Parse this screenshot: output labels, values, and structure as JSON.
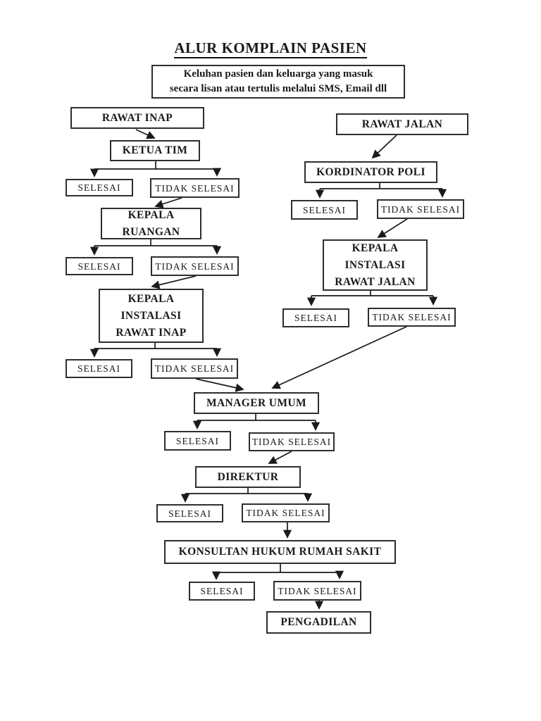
{
  "title": "ALUR KOMPLAIN PASIEN",
  "intake": "Keluhan pasien dan keluarga yang masuk\nsecara lisan atau tertulis melalui SMS, Email dll",
  "nodes": {
    "rawat_inap": "RAWAT INAP",
    "ketua_tim": "KETUA TIM",
    "kepala_ruangan": "KEPALA\nRUANGAN",
    "kepala_instalasi_rawat_inap": "KEPALA\nINSTALASI\nRAWAT INAP",
    "rawat_jalan": "RAWAT JALAN",
    "kordinator_poli": "KORDINATOR POLI",
    "kepala_instalasi_rawat_jalan": "KEPALA\nINSTALASI\nRAWAT JALAN",
    "manager_umum": "MANAGER UMUM",
    "direktur": "DIREKTUR",
    "konsultan_hukum": "KONSULTAN HUKUM RUMAH SAKIT",
    "pengadilan": "PENGADILAN"
  },
  "outcomes": {
    "done": "SELESAI",
    "not_done": "TIDAK SELESAI"
  },
  "edges": [
    {
      "from": "rawat_inap",
      "to": "ketua_tim"
    },
    {
      "from": "ketua_tim",
      "to": "selesai / tidak selesai"
    },
    {
      "from": "ketua_tim.tidak_selesai",
      "to": "kepala_ruangan"
    },
    {
      "from": "kepala_ruangan",
      "to": "selesai / tidak selesai"
    },
    {
      "from": "kepala_ruangan.tidak_selesai",
      "to": "kepala_instalasi_rawat_inap"
    },
    {
      "from": "kepala_instalasi_rawat_inap",
      "to": "selesai / tidak selesai"
    },
    {
      "from": "kepala_instalasi_rawat_inap.tidak_selesai",
      "to": "manager_umum"
    },
    {
      "from": "rawat_jalan",
      "to": "kordinator_poli"
    },
    {
      "from": "kordinator_poli",
      "to": "selesai / tidak selesai"
    },
    {
      "from": "kordinator_poli.tidak_selesai",
      "to": "kepala_instalasi_rawat_jalan"
    },
    {
      "from": "kepala_instalasi_rawat_jalan",
      "to": "selesai / tidak selesai"
    },
    {
      "from": "kepala_instalasi_rawat_jalan.tidak_selesai",
      "to": "manager_umum"
    },
    {
      "from": "manager_umum",
      "to": "selesai / tidak selesai"
    },
    {
      "from": "manager_umum.tidak_selesai",
      "to": "direktur"
    },
    {
      "from": "direktur",
      "to": "selesai / tidak selesai"
    },
    {
      "from": "direktur.tidak_selesai",
      "to": "konsultan_hukum"
    },
    {
      "from": "konsultan_hukum",
      "to": "selesai / tidak selesai"
    },
    {
      "from": "konsultan_hukum.tidak_selesai",
      "to": "pengadilan"
    }
  ],
  "colors": {
    "paper": "#ffffff",
    "ink": "#1a1a1a",
    "box_border": "#2e2e2e"
  }
}
